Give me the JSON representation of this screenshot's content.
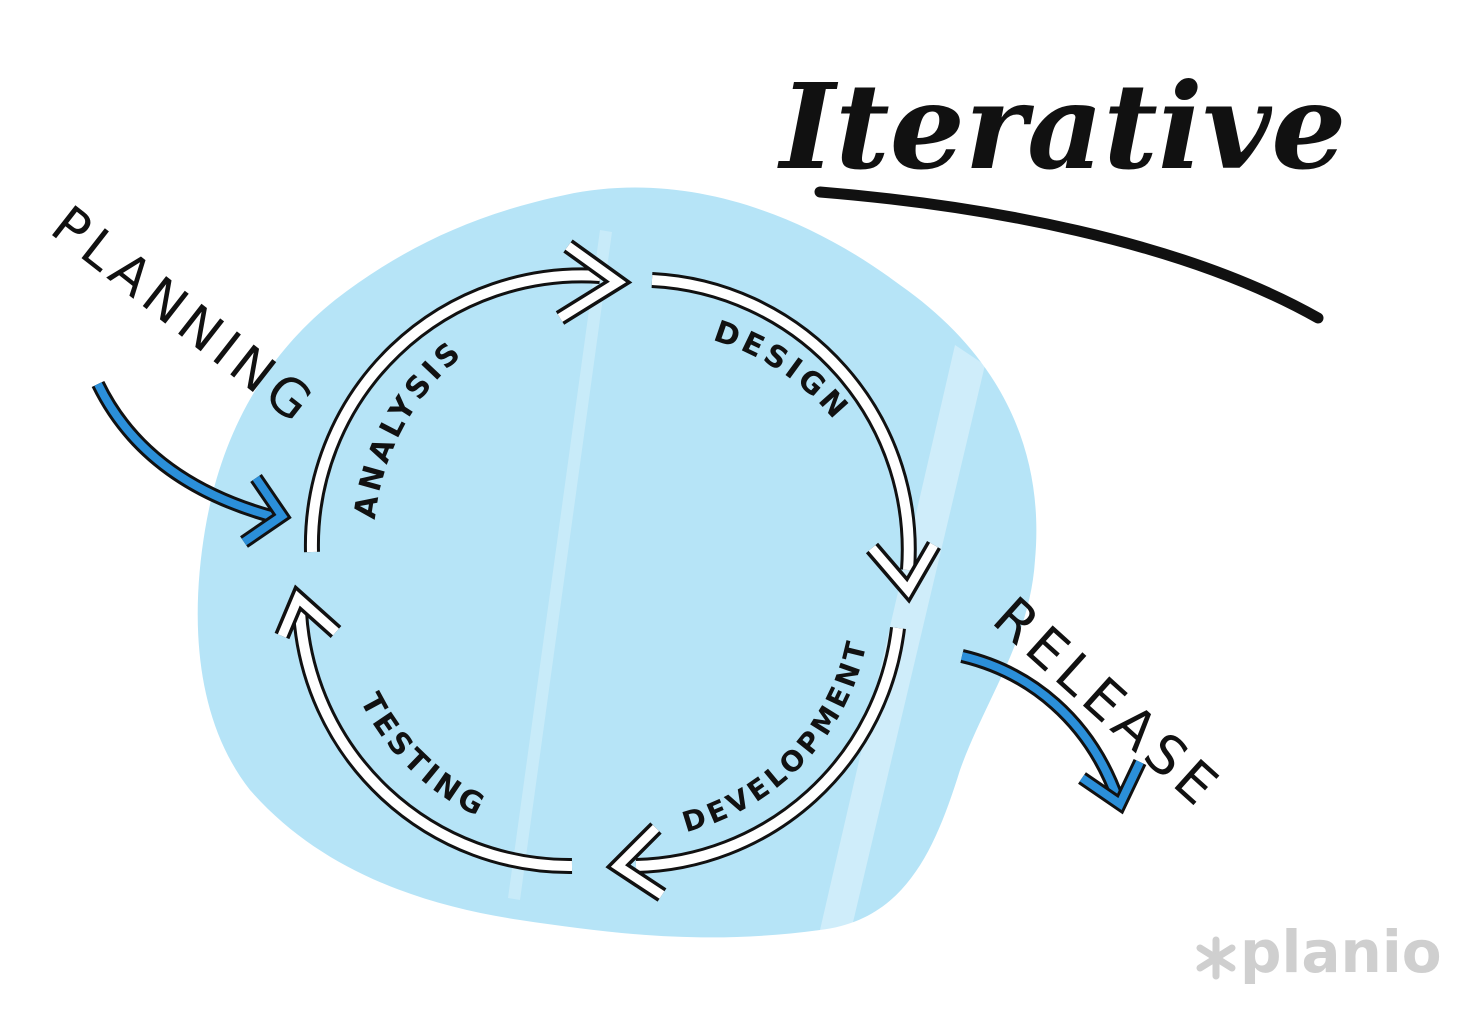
{
  "title": "Iterative",
  "entry_label": "PLANNING",
  "exit_label": "RELEASE",
  "cycle": {
    "stages": [
      "ANALYSIS",
      "DESIGN",
      "DEVELOPMENT",
      "TESTING"
    ]
  },
  "logo": {
    "text": "planio"
  },
  "colors": {
    "blob": "#b6e4f7",
    "accent_arrow": "#2b8fd9",
    "ink": "#111111",
    "logo": "#cfcfcf"
  }
}
